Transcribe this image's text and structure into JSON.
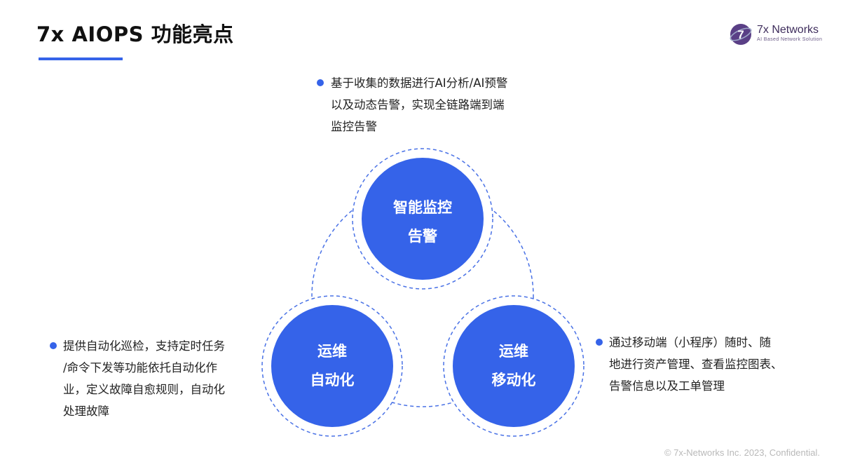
{
  "header": {
    "title": "7x AIOPS 功能亮点"
  },
  "logo": {
    "name": "7x Networks",
    "tagline": "AI Based Network Solution",
    "mark_text": "7"
  },
  "nodes": [
    {
      "id": "monitoring",
      "lines": [
        "智能监控",
        "告警"
      ]
    },
    {
      "id": "automation",
      "lines": [
        "运维",
        "自动化"
      ]
    },
    {
      "id": "mobile",
      "lines": [
        "运维",
        "移动化"
      ]
    }
  ],
  "bullets": {
    "top": [
      "基于收集的数据进行AI分析/AI预警",
      "以及动态告警，实现全链路端到端",
      "监控告警"
    ],
    "left": [
      "提供自动化巡检，支持定时任务",
      "/命令下发等功能依托自动化作",
      "业，定义故障自愈规则，自动化",
      "处理故障"
    ],
    "right": [
      "通过移动端（小程序）随时、随",
      "地进行资产管理、查看监控图表、",
      "告警信息以及工单管理"
    ]
  },
  "footer": {
    "text": "© 7x-Networks Inc. 2023, Confidential."
  },
  "colors": {
    "accent": "#3563e9",
    "node_fill": "#3563e9",
    "dashed_ring": "#4a72e6",
    "text": "#222222",
    "footer": "#b9b9b9"
  }
}
